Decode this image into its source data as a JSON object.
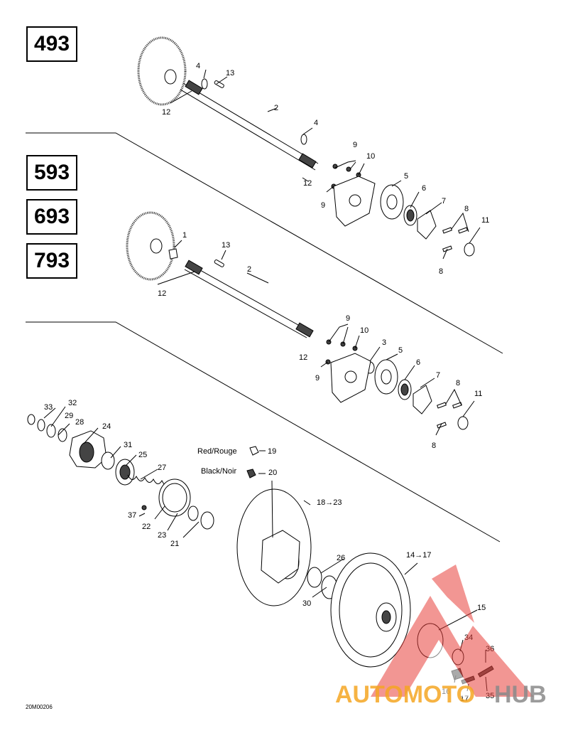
{
  "models": [
    "493",
    "593",
    "693",
    "793"
  ],
  "labels": {
    "l1": "1",
    "l2": "2",
    "l3": "3",
    "l4": "4",
    "l5": "5",
    "l6": "6",
    "l7": "7",
    "l8": "8",
    "l9": "9",
    "l10": "10",
    "l11": "11",
    "l12": "12",
    "l13": "13",
    "l14_17": "14→17",
    "l15": "15",
    "l16": "16",
    "l17": "17",
    "l18_23": "18→23",
    "l19": "19",
    "l20": "20",
    "l21": "21",
    "l22": "22",
    "l23": "23",
    "l24": "24",
    "l25": "25",
    "l26": "26",
    "l27": "27",
    "l28": "28",
    "l29": "29",
    "l30": "30",
    "l31": "31",
    "l32": "32",
    "l33": "33",
    "l34": "34",
    "l35": "35",
    "l36": "36",
    "l37": "37"
  },
  "legend": {
    "red": "Red/Rouge",
    "black": "Black/Noir"
  },
  "figure_code": "20M00206",
  "watermark": {
    "text_a": "AUTOMOTO",
    "text_b": "HUB",
    "color_a": "#f5a623",
    "color_b": "#8a8a8a",
    "logo_color": "#e8413c"
  }
}
